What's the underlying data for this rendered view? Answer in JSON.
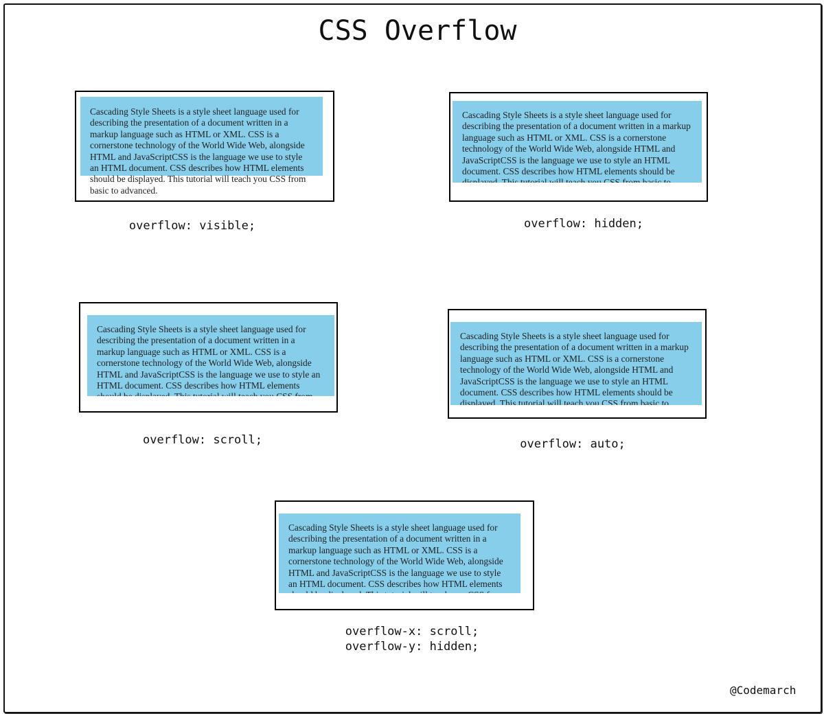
{
  "title": "CSS Overflow",
  "paragraph": "Cascading Style Sheets is a style sheet language used for describing the presentation of a document written in a markup language such as HTML or XML. CSS is a cornerstone technology of the World Wide Web, alongside HTML and JavaScriptCSS is the language we use to style an HTML document. CSS describes how HTML elements should be displayed. This tutorial will teach you CSS from basic to advanced.",
  "examples": [
    {
      "label": "overflow: visible;"
    },
    {
      "label": "overflow: hidden;"
    },
    {
      "label": "overflow: scroll;"
    },
    {
      "label": "overflow: auto;"
    },
    {
      "label_line1": "overflow-x: scroll;",
      "label_line2": "overflow-y: hidden;"
    }
  ],
  "credit": "@Codemarch",
  "colors": {
    "box_background": "#87ceeb",
    "frame": "#000000"
  }
}
